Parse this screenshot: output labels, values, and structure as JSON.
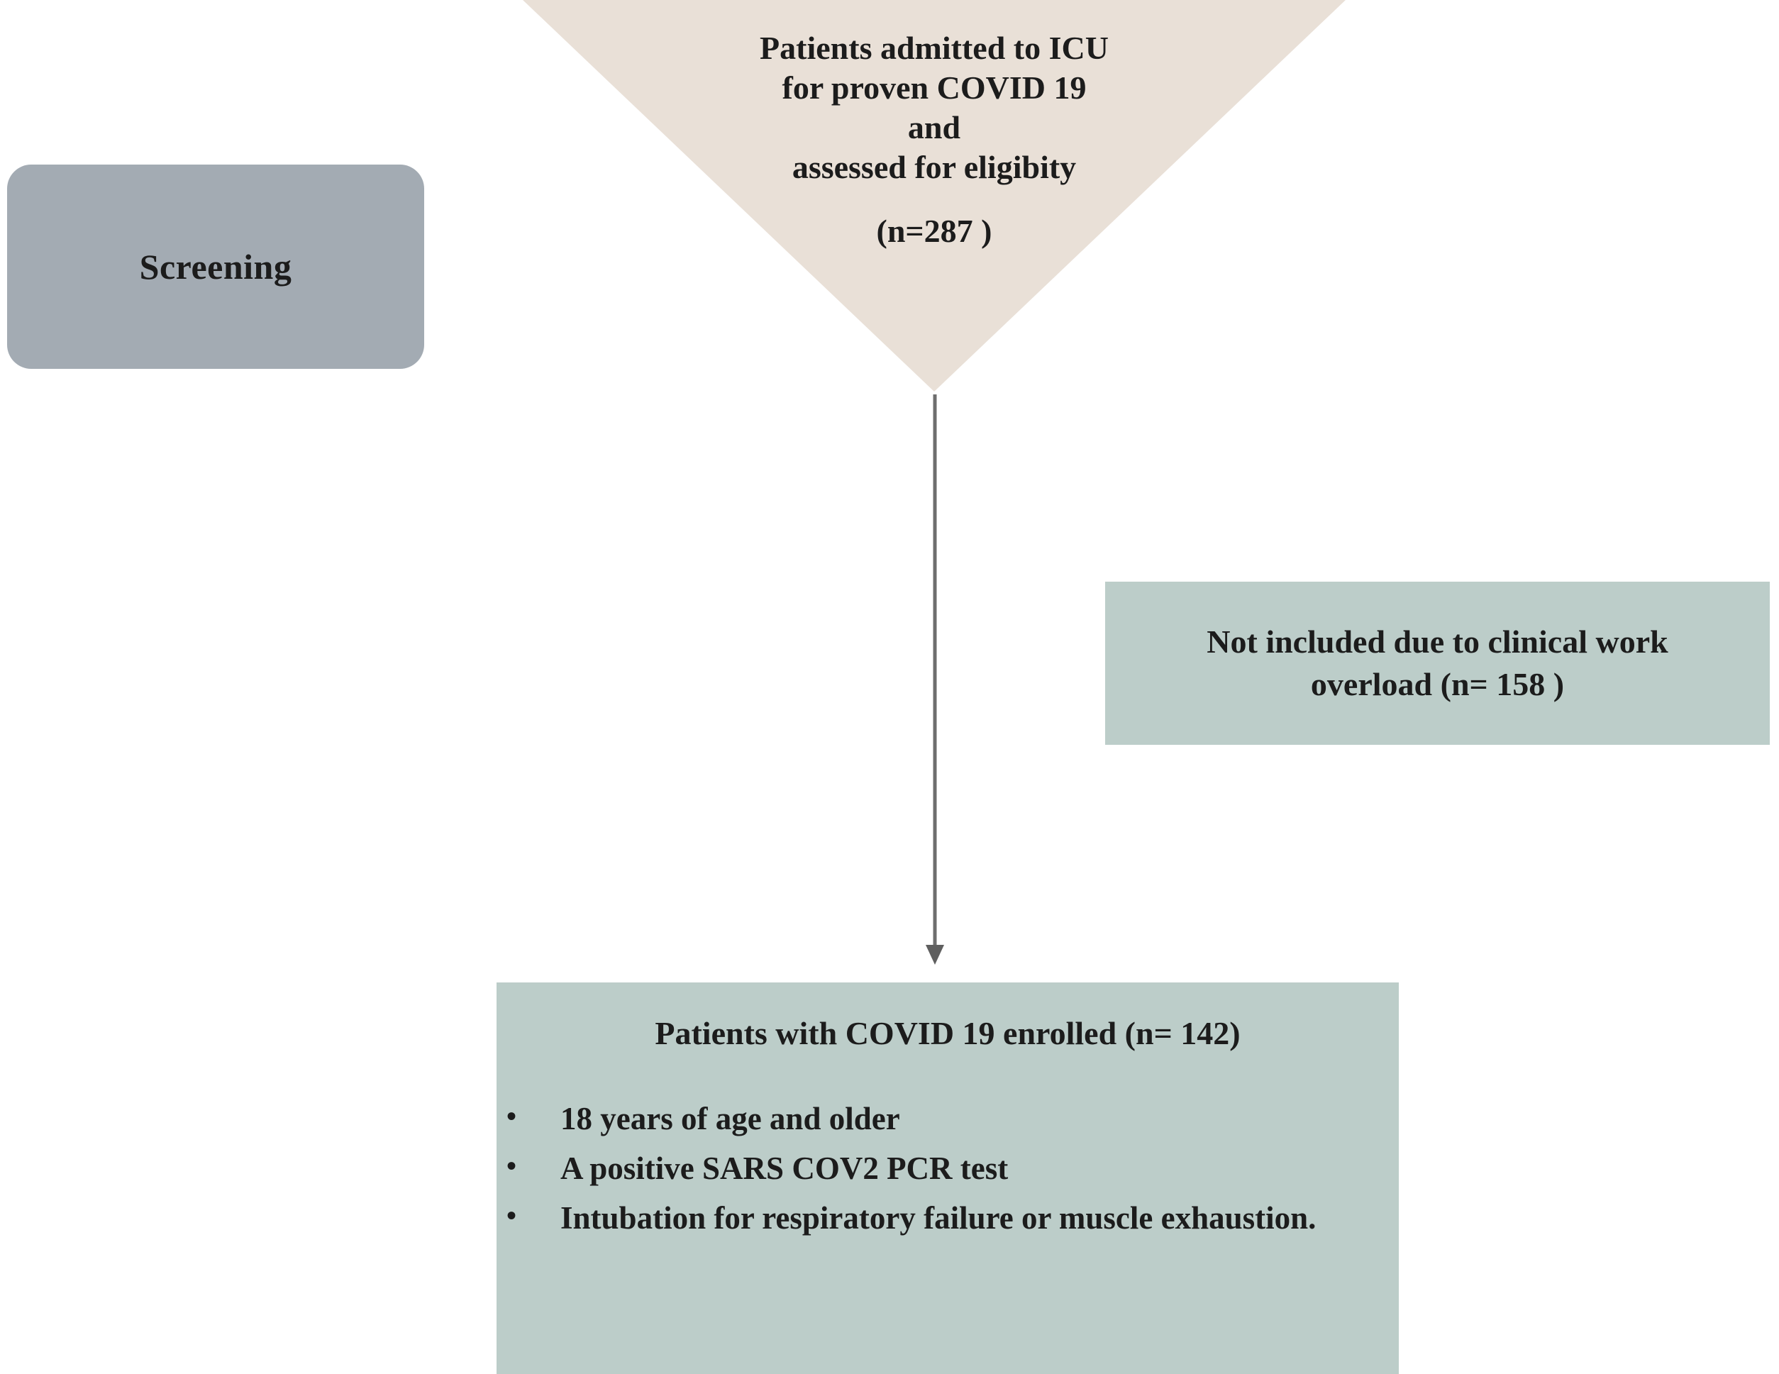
{
  "diagram": {
    "title": "COVID-19 ICU patient enrollment flow diagram",
    "colors": {
      "screening_box": "#a3abb3",
      "funnel": "#e9e0d7",
      "green_box": "#bccdc9",
      "text": "#1c1c1c",
      "arrow": "#6e6e6e",
      "background": "#ffffff"
    }
  },
  "screening": {
    "label": "Screening"
  },
  "funnel": {
    "lines": [
      "Patients admitted to ICU",
      "for proven COVID 19",
      "and",
      "assessed for eligibity"
    ],
    "count_line": "(n=287  )",
    "n": 287
  },
  "excluded": {
    "text": "Not included due to clinical work\noverload   (n= 158 )",
    "n": 158
  },
  "enrolled": {
    "title": "Patients with COVID 19 enrolled (n= 142)",
    "n": 142,
    "bullet_glyph": "•",
    "criteria": [
      "18 years of age and older",
      "A positive SARS COV2 PCR test",
      "Intubation for respiratory failure or muscle exhaustion."
    ]
  },
  "connector": {
    "type": "down-arrow",
    "from": "funnel",
    "to": "enrolled"
  }
}
